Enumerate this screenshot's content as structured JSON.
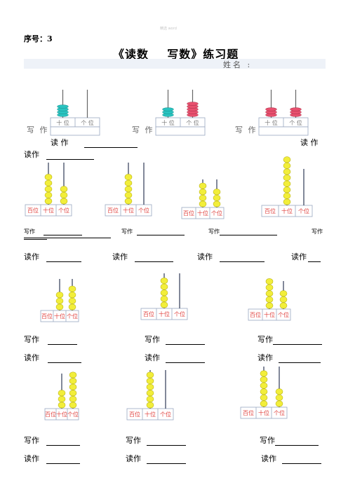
{
  "header": {
    "watermark": "精选 word",
    "serial": "序号：3",
    "title": "《读数    写数》练习题",
    "name_label": "姓名 :"
  },
  "labels": {
    "read": "读作",
    "read_spaced": "读  作",
    "write": "写作",
    "write_spaced": "写 作",
    "hundreds": "百位",
    "tens": "十位",
    "ones": "个位",
    "tens_spaced": "十 位",
    "ones_spaced": "个 位"
  },
  "abacus_row1": [
    {
      "tens": 4,
      "ones": 0,
      "tens_color": "#29c3c0",
      "ones_color": ""
    },
    {
      "tens": 3,
      "ones": 5,
      "tens_color": "#29c3c0",
      "ones_color": "#e8506e"
    },
    {
      "tens": 3,
      "ones": 3,
      "tens_color": "#e8506e",
      "ones_color": "#e8506e"
    }
  ],
  "abacus_row2": [
    {
      "tens": 5,
      "ones": 3
    },
    {
      "tens": 5,
      "ones": 0
    },
    {
      "tens": 4,
      "ones": 3
    },
    {
      "tens": 8,
      "ones": 0
    }
  ],
  "abacus_row3": [
    {
      "tens": 3,
      "ones": 4
    },
    {
      "tens": 5,
      "ones": 0
    },
    {
      "tens": 5,
      "ones": 3
    }
  ],
  "abacus_row4": [
    {
      "tens": 3,
      "ones": 6
    },
    {
      "tens": 6,
      "ones": 0
    },
    {
      "tens": 6,
      "ones": 3
    }
  ]
}
